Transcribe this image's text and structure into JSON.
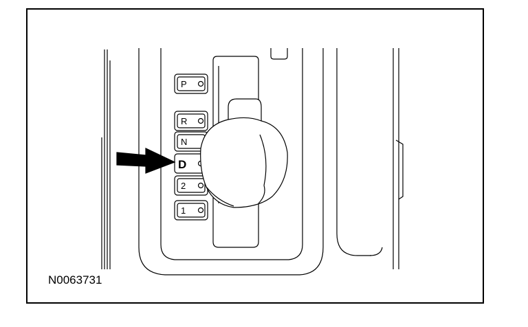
{
  "figure": {
    "id_label": "N0063731"
  },
  "shifter": {
    "positions": [
      "P",
      "R",
      "N",
      "D",
      "2",
      "1"
    ],
    "selected": "D"
  },
  "colors": {
    "line": "#000000",
    "background": "#ffffff"
  }
}
